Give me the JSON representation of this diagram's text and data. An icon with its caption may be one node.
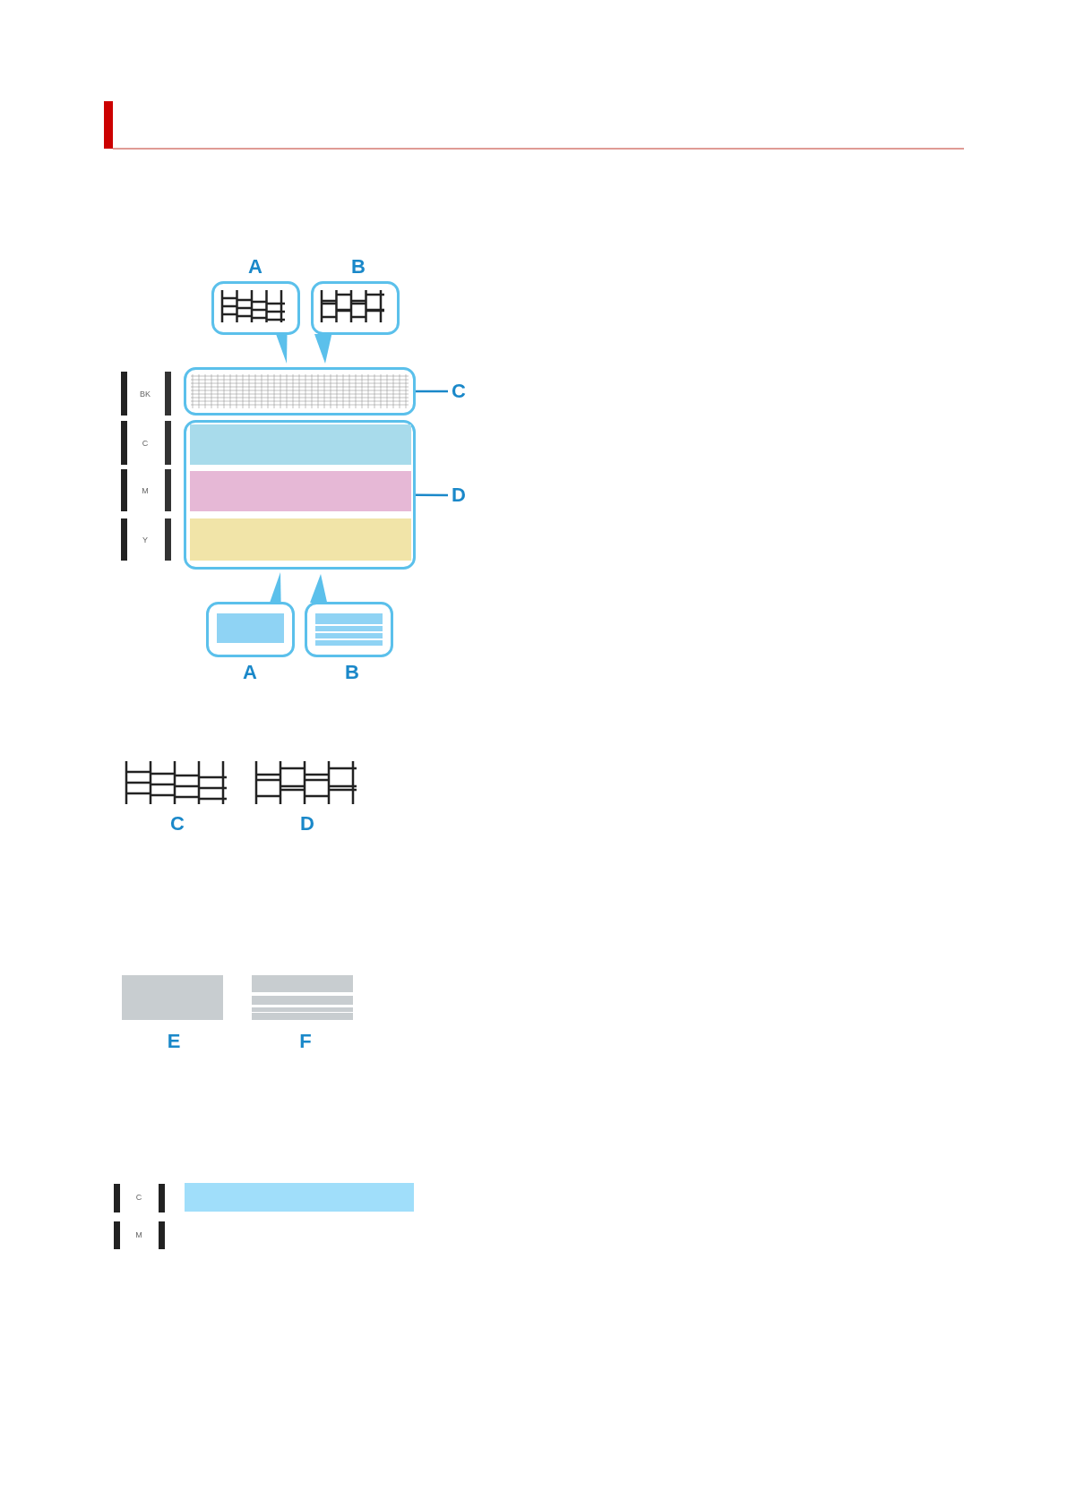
{
  "diagram": {
    "nodes": [
      {
        "text": [
          "A"
        ]
      },
      {
        "text": [
          "B"
        ]
      },
      {
        "text": [],
        "shape": "box"
      },
      {
        "text": [
          "C"
        ]
      },
      {
        "text": [],
        "shape": "box"
      },
      {
        "text": [
          "D"
        ]
      },
      {
        "text": [
          "A"
        ]
      },
      {
        "text": [
          "B"
        ]
      }
    ],
    "edges": [
      {
        "from": 3,
        "to": 2,
        "arrow": "none"
      },
      {
        "from": 5,
        "to": 4,
        "arrow": "none"
      }
    ],
    "labels": [
      "BK",
      "C",
      "M",
      "Y",
      "C",
      "D",
      "E",
      "F",
      "C",
      "M"
    ]
  }
}
